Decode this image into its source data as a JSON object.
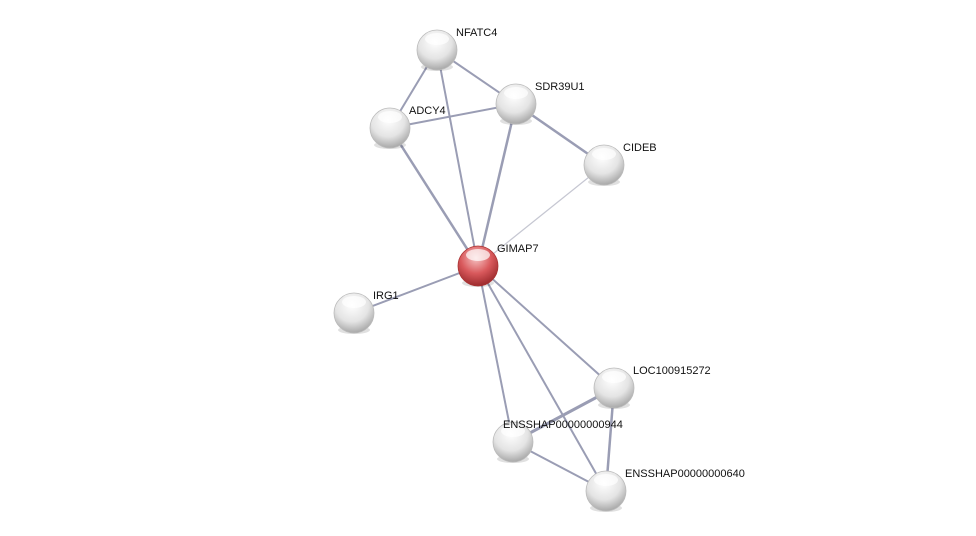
{
  "network": {
    "nodes": [
      {
        "id": "NFATC4",
        "label": "NFATC4",
        "query": false
      },
      {
        "id": "SDR39U1",
        "label": "SDR39U1",
        "query": false
      },
      {
        "id": "ADCY4",
        "label": "ADCY4",
        "query": false
      },
      {
        "id": "CIDEB",
        "label": "CIDEB",
        "query": false
      },
      {
        "id": "GIMAP7",
        "label": "GIMAP7",
        "query": true
      },
      {
        "id": "IRG1",
        "label": "IRG1",
        "query": false
      },
      {
        "id": "LOC100915272",
        "label": "LOC100915272",
        "query": false
      },
      {
        "id": "ENSSHAP00000000944",
        "label": "ENSSHAP00000000944",
        "query": false
      },
      {
        "id": "ENSSHAP00000000640",
        "label": "ENSSHAP00000000640",
        "query": false
      }
    ],
    "edges": [
      [
        "NFATC4",
        "ADCY4"
      ],
      [
        "NFATC4",
        "SDR39U1"
      ],
      [
        "NFATC4",
        "GIMAP7"
      ],
      [
        "ADCY4",
        "SDR39U1"
      ],
      [
        "ADCY4",
        "GIMAP7"
      ],
      [
        "SDR39U1",
        "GIMAP7"
      ],
      [
        "SDR39U1",
        "CIDEB"
      ],
      [
        "CIDEB",
        "GIMAP7"
      ],
      [
        "GIMAP7",
        "IRG1"
      ],
      [
        "GIMAP7",
        "LOC100915272"
      ],
      [
        "GIMAP7",
        "ENSSHAP00000000944"
      ],
      [
        "GIMAP7",
        "ENSSHAP00000000640"
      ],
      [
        "LOC100915272",
        "ENSSHAP00000000944"
      ],
      [
        "LOC100915272",
        "ENSSHAP00000000640"
      ],
      [
        "ENSSHAP00000000944",
        "ENSSHAP00000000640"
      ]
    ],
    "colors": {
      "query_node": "#d9595c",
      "node": "#e6e6e6",
      "edge": "#9a9db4"
    }
  }
}
